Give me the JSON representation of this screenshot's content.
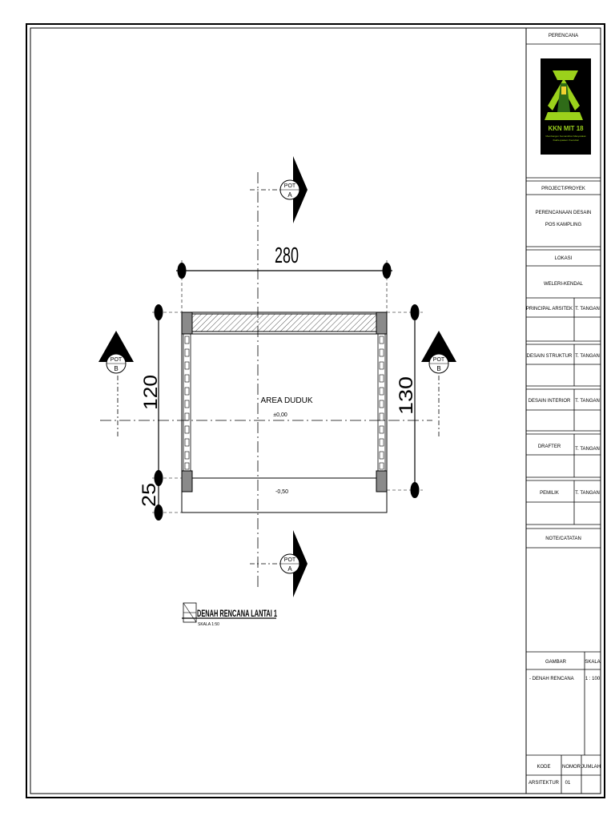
{
  "drawing": {
    "dimension_width": "280",
    "dimension_height_left": "120",
    "dimension_height_right": "130",
    "dimension_step": "25",
    "room_label": "AREA DUDUK",
    "room_level": "±0,00",
    "lower_level": "-0,50",
    "section_a": {
      "top": "POT",
      "bottom": "A"
    },
    "section_b": {
      "top": "POT",
      "bottom": "B"
    },
    "plan_title": "DENAH RENCANA LANTAI 1",
    "plan_scale": "SKALA 1:50"
  },
  "title_block": {
    "perencana_label": "PERENCANA",
    "logo_text": "KKN MIT 18",
    "logo_subtitle": "Membangun Kemandirian Masyarakat",
    "logo_subtitle2": "Kabupaten Kendal",
    "project_label": "PROJECT/PROYEK",
    "project_line1": "PERENCANAAN DESAIN",
    "project_line2": "POS KAMPLING",
    "lokasi_label": "LOKASI",
    "lokasi_value": "WELERI-KENDAL",
    "roles": [
      {
        "name": "PRINCIPAL ARSITEK",
        "sign": "T. TANGAN"
      },
      {
        "name": "DESAIN STRUKTUR",
        "sign": "T. TANGAN"
      },
      {
        "name": "DESAIN INTERIOR",
        "sign": "T. TANGAN"
      },
      {
        "name": "DRAFTER",
        "sign": "T. TANGAN"
      },
      {
        "name": "PEMILIK",
        "sign": "T. TANGAN"
      }
    ],
    "note_label": "NOTE/CATATAN",
    "gambar_label": "GAMBAR",
    "skala_label": "SKALA",
    "gambar_value": "- DENAH RENCANA",
    "skala_value": "1 : 100",
    "kode_label": "KODE",
    "nomor_label": "NOMOR",
    "jumlah_label": "JUMLAH",
    "kode_value": "ARSITEKTUR",
    "nomor_value": "01"
  },
  "colors": {
    "line": "#000000",
    "column": "#8a8a8a",
    "logo_bg": "#000000",
    "logo_green": "#9bd11b"
  }
}
